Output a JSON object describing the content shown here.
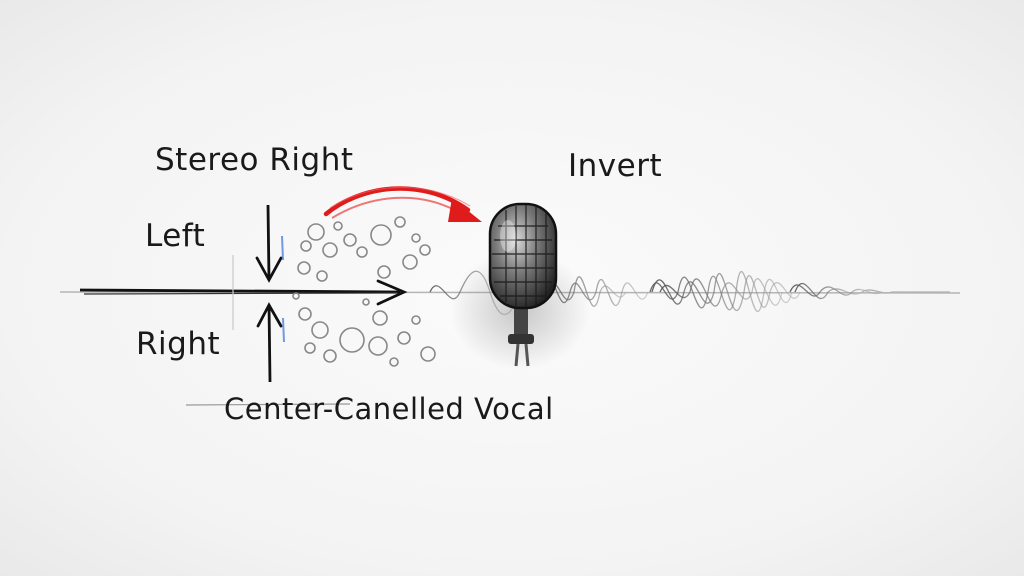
{
  "labels": {
    "stereo_right": "Stereo Right",
    "left": "Left",
    "right": "Right",
    "center_cancelled": "Center-Canelled Vocal",
    "invert": "Invert"
  },
  "colors": {
    "ink": "#1a1a1a",
    "accent": "#e01b1b",
    "wave": "#8a8a8a",
    "blue_tint": "#3a6fd8"
  },
  "icons": {
    "microphone": "microphone-icon",
    "invert_arrow": "curved-arrow-icon"
  }
}
